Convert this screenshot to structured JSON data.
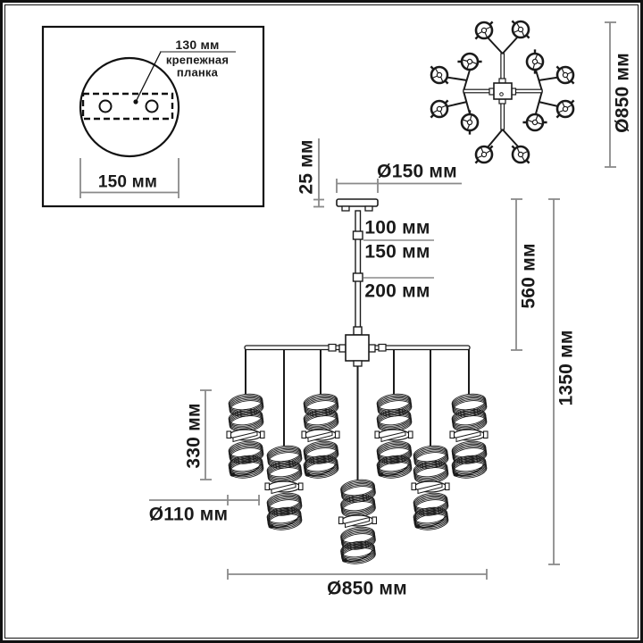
{
  "colors": {
    "line": "#1a1a1a",
    "dimension": "#8a8a8a",
    "background": "#ffffff",
    "frame": "#111111"
  },
  "inset": {
    "hole_spacing": "130 мм",
    "mounting_plate_line1": "крепежная",
    "mounting_plate_line2": "планка",
    "canopy_width": "150 мм"
  },
  "top_view": {
    "span_diameter": "Ø850 мм"
  },
  "front_view": {
    "canopy_height": "25 мм",
    "canopy_diameter": "Ø150 мм",
    "rod_segments": [
      "100 мм",
      "150 мм",
      "200 мм"
    ],
    "hanging_height": "560 мм",
    "total_height": "1350 мм",
    "shade_height": "330 мм",
    "shade_diameter": "Ø110 мм",
    "span_diameter": "Ø850 мм"
  }
}
